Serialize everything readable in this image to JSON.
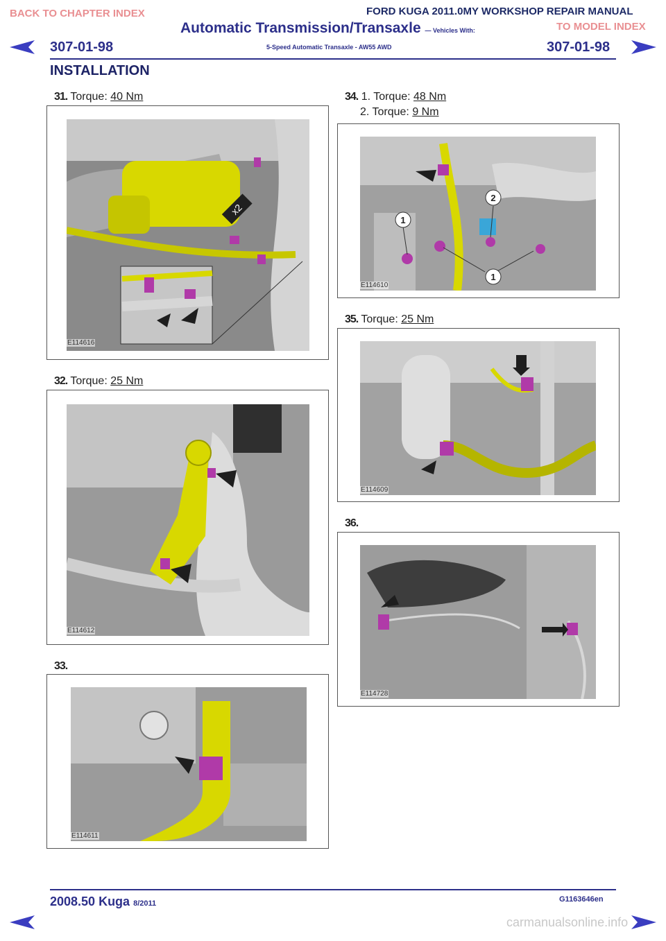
{
  "nav": {
    "back_to_chapter": "BACK TO CHAPTER INDEX",
    "to_model_index": "TO MODEL INDEX"
  },
  "header": {
    "manual_title": "FORD KUGA 2011.0MY WORKSHOP REPAIR MANUAL",
    "chapter_title": "Automatic Transmission/Transaxle",
    "chapter_suffix": "— Vehicles With:",
    "chapter_subtitle": "5-Speed Automatic Transaxle - AW55 AWD",
    "page_number_left": "307-01-98",
    "page_number_right": "307-01-98",
    "section_title": "INSTALLATION"
  },
  "steps": [
    {
      "number": "31.",
      "prefix": "Torque: ",
      "value": "40 Nm",
      "figure_id": "E114616"
    },
    {
      "number": "32.",
      "prefix": "Torque: ",
      "value": "25 Nm",
      "figure_id": "E114612"
    },
    {
      "number": "33.",
      "prefix": "",
      "value": "",
      "figure_id": "E114611"
    },
    {
      "number": "34.",
      "sub": [
        {
          "index": "1.",
          "prefix": "Torque: ",
          "value": "48 Nm"
        },
        {
          "index": "2.",
          "prefix": "Torque: ",
          "value": "9 Nm"
        }
      ],
      "figure_id": "E114610",
      "callouts": [
        "1",
        "2",
        "1"
      ]
    },
    {
      "number": "35.",
      "prefix": "Torque: ",
      "value": "25 Nm",
      "figure_id": "E114609"
    },
    {
      "number": "36.",
      "prefix": "",
      "value": "",
      "figure_id": "E114728"
    }
  ],
  "figure_marks": {
    "multiplier": "x2"
  },
  "footer": {
    "model": "2008.50 Kuga",
    "date": "8/2011",
    "code": "G1163646en",
    "watermark": "carmanualsonline.info"
  },
  "colors": {
    "nav_link": "#e98f92",
    "title_blue": "#2c2f8a",
    "highlight_yellow": "#d8d800",
    "fastener_magenta": "#b03aa8",
    "connector_blue": "#3aa6d8"
  }
}
